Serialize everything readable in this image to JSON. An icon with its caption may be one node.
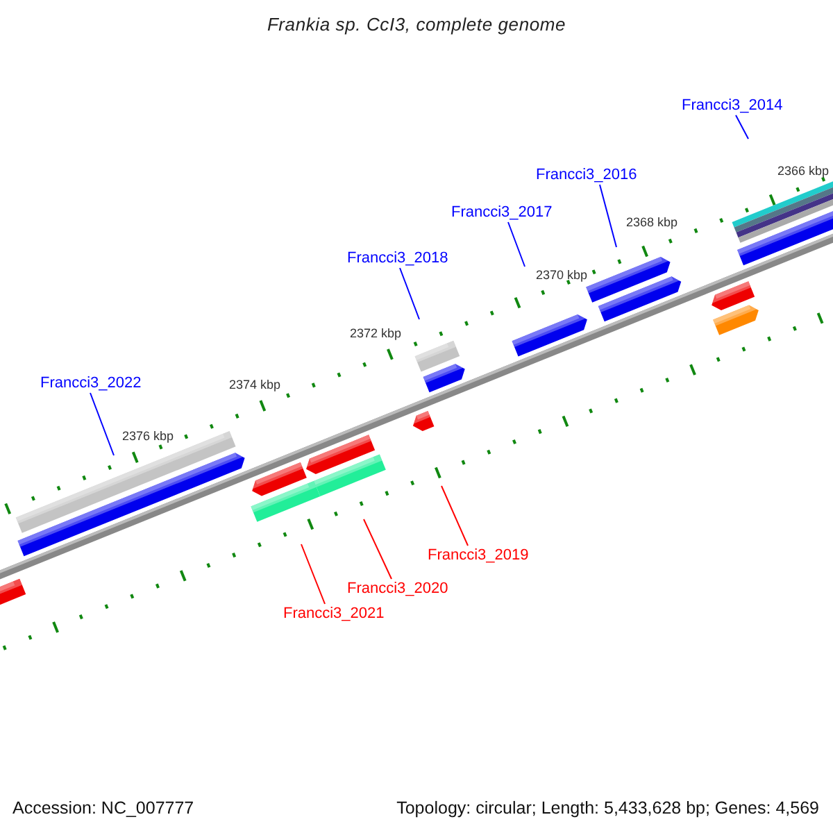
{
  "diagram": {
    "title": "Frankia sp. CcI3, complete genome",
    "nodes": [
      {
        "text": [
          "Francci3_2014"
        ]
      },
      {
        "text": [
          "Francci3_2016"
        ]
      },
      {
        "text": [
          "Francci3_2017"
        ]
      },
      {
        "text": [
          "Francci3_2018"
        ]
      },
      {
        "text": [
          "Francci3_2022"
        ]
      },
      {
        "text": [
          "Francci3_2019"
        ]
      },
      {
        "text": [
          "Francci3_2020"
        ]
      },
      {
        "text": [
          "Francci3_2021"
        ]
      }
    ],
    "edges": [
      {
        "from": 0,
        "to": null,
        "arrow": "none"
      },
      {
        "from": 1,
        "to": null,
        "arrow": "none"
      },
      {
        "from": 2,
        "to": null,
        "arrow": "none"
      },
      {
        "from": 3,
        "to": null,
        "arrow": "none"
      },
      {
        "from": 4,
        "to": null,
        "arrow": "none"
      },
      {
        "from": 5,
        "to": null,
        "arrow": "none",
        "color": "#ff0000"
      },
      {
        "from": 6,
        "to": null,
        "arrow": "none",
        "color": "#ff0000"
      },
      {
        "from": 7,
        "to": null,
        "arrow": "none",
        "color": "#ff0000"
      }
    ],
    "labels": [
      "2366 kbp",
      "2368 kbp",
      "2370 kbp",
      "2372 kbp",
      "2374 kbp",
      "2376 kbp",
      "Accession: NC_007777",
      "Topology: circular; Length: 5,433,628 bp; Genes: 4,569"
    ]
  }
}
